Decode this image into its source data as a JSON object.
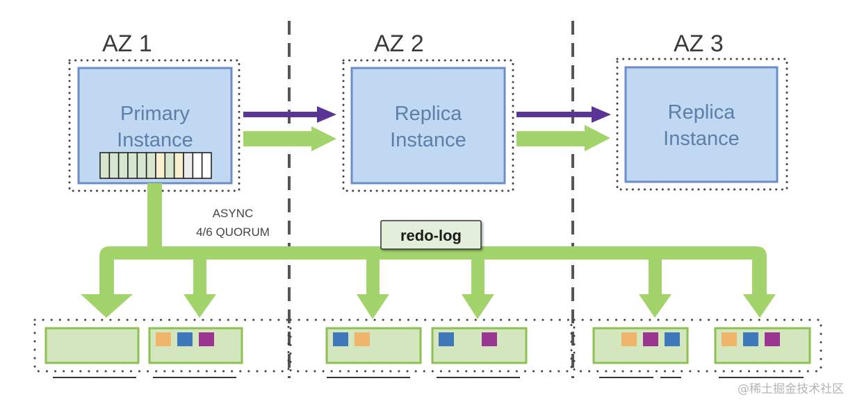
{
  "zones": [
    {
      "label": "AZ 1",
      "instance_line1": "Primary",
      "instance_line2": "Instance",
      "role": "primary"
    },
    {
      "label": "AZ 2",
      "instance_line1": "Replica",
      "instance_line2": "Instance",
      "role": "replica"
    },
    {
      "label": "AZ 3",
      "instance_line1": "Replica",
      "instance_line2": "Instance",
      "role": "replica"
    }
  ],
  "log_buffer": {
    "cells": [
      "green",
      "green",
      "green",
      "green",
      "green",
      "green",
      "yellow",
      "green",
      "yellow",
      "gray",
      "white",
      "white"
    ]
  },
  "annotations": {
    "async_line1": "ASYNC",
    "async_line2": "4/6 QUORUM",
    "redo_log": "redo-log"
  },
  "storage_nodes": [
    {
      "zone": 1,
      "blocks": []
    },
    {
      "zone": 1,
      "blocks": [
        "orange",
        "blue",
        "purple"
      ]
    },
    {
      "zone": 2,
      "blocks": [
        "blue",
        "orange"
      ]
    },
    {
      "zone": 2,
      "blocks": [
        "blue",
        "",
        "purple"
      ]
    },
    {
      "zone": 3,
      "blocks": [
        "",
        "orange",
        "purple",
        "blue"
      ]
    },
    {
      "zone": 3,
      "blocks": [
        "orange",
        "blue",
        "purple"
      ]
    }
  ],
  "colors": {
    "instance_fill": "#c1d8f2",
    "instance_border": "#6a8cc8",
    "purple_arrow": "#5a3595",
    "green_arrow": "#a3d36b",
    "storage_fill": "#d3e6bd",
    "storage_border": "#8cc152",
    "block_orange": "#f0b56a",
    "block_blue": "#3e78bb",
    "block_purple": "#9a3591",
    "cell_green": "#d6e6cf",
    "cell_yellow": "#f7efcf",
    "cell_gray": "#ececec",
    "cell_white": "#ffffff",
    "redo_fill": "#e3eedb"
  },
  "watermark": "@稀土掘金技术社区"
}
